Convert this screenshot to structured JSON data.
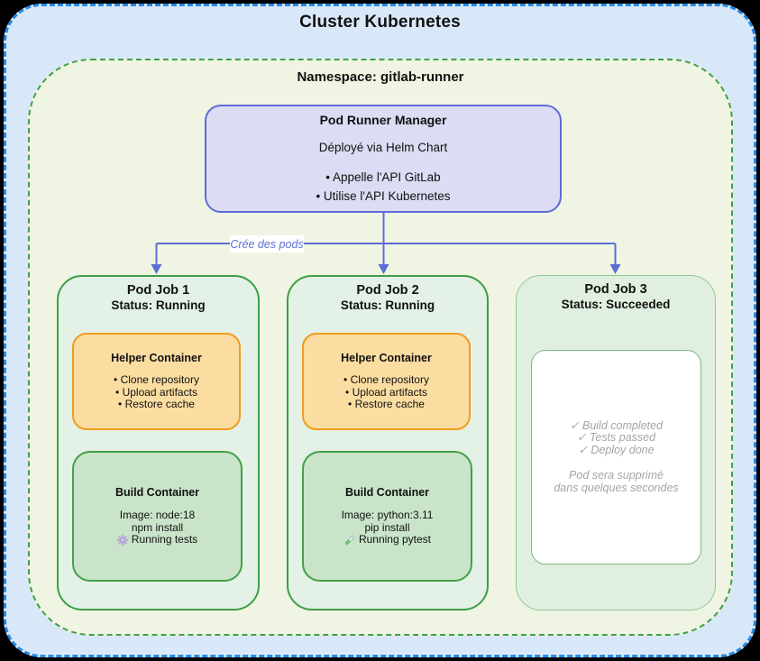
{
  "cluster": {
    "title": "Cluster Kubernetes"
  },
  "namespace": {
    "label": "Namespace: gitlab-runner"
  },
  "runner_manager": {
    "title": "Pod Runner Manager",
    "subtitle": "Déployé via Helm Chart",
    "bullets": [
      "• Appelle l'API GitLab",
      "• Utilise l'API Kubernetes"
    ]
  },
  "arrow": {
    "label": "Crée des pods"
  },
  "pods": [
    {
      "title": "Pod Job 1",
      "status": "Status: Running",
      "helper": {
        "title": "Helper Container",
        "items": [
          "• Clone repository",
          "• Upload artifacts",
          "• Restore cache"
        ]
      },
      "build": {
        "title": "Build Container",
        "image": "Image: node:18",
        "command": "npm install",
        "activity": "Running tests",
        "activity_icon": "gear-icon"
      }
    },
    {
      "title": "Pod Job 2",
      "status": "Status: Running",
      "helper": {
        "title": "Helper Container",
        "items": [
          "• Clone repository",
          "• Upload artifacts",
          "• Restore cache"
        ]
      },
      "build": {
        "title": "Build Container",
        "image": "Image: python:3.11",
        "command": "pip install",
        "activity": "Running pytest",
        "activity_icon": "test-tube-icon"
      }
    },
    {
      "title": "Pod Job 3",
      "status": "Status: Succeeded",
      "result": {
        "checks": [
          "✓ Build completed",
          "✓ Tests passed",
          "✓ Deploy done"
        ],
        "note": [
          "Pod sera supprimé",
          "dans quelques secondes"
        ]
      }
    }
  ],
  "colors": {
    "cluster_border": "#2589e5",
    "cluster_fill": "#d9e8f8",
    "namespace_border": "#43a047",
    "namespace_fill": "#eff5e2",
    "pod_border": "#3d9e47",
    "pod_fill": "#e4f1e6",
    "pod_succeeded_border": "#90c798",
    "helper_border": "#f09c1f",
    "helper_fill": "#fbdda1",
    "build_border": "#44a04b",
    "build_fill": "#c9e4c8",
    "manager_border": "#5e6cd9",
    "manager_fill": "#dcdcf4",
    "arrow": "#5b6fd6",
    "succeeded_text": "#a5a5a5"
  }
}
